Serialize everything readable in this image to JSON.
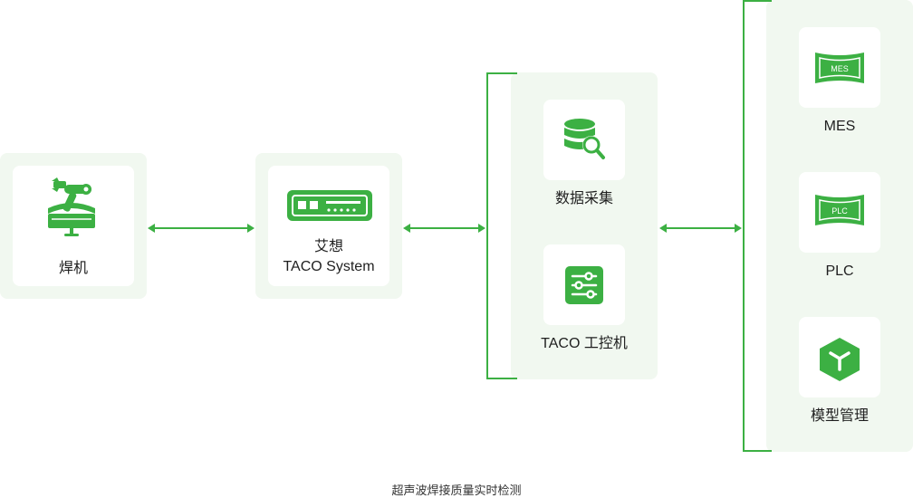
{
  "nodes": {
    "welder": {
      "label": "焊机"
    },
    "taco_system": {
      "line1": "艾想",
      "line2": "TACO System"
    },
    "data_collection": {
      "label": "数据采集"
    },
    "ipc": {
      "label": "TACO 工控机"
    },
    "mes": {
      "label": "MES",
      "badge": "MES"
    },
    "plc": {
      "label": "PLC",
      "badge": "PLC"
    },
    "model_mgmt": {
      "label": "模型管理"
    }
  },
  "caption": "超声波焊接质量实时检测",
  "colors": {
    "accent": "#3cb043",
    "panel": "#f1f8f0",
    "card": "#ffffff"
  },
  "icons": [
    "robot-arm-icon",
    "taco-device-icon",
    "database-search-icon",
    "control-panel-icon",
    "mes-screen-icon",
    "plc-screen-icon",
    "cube-y-icon"
  ]
}
